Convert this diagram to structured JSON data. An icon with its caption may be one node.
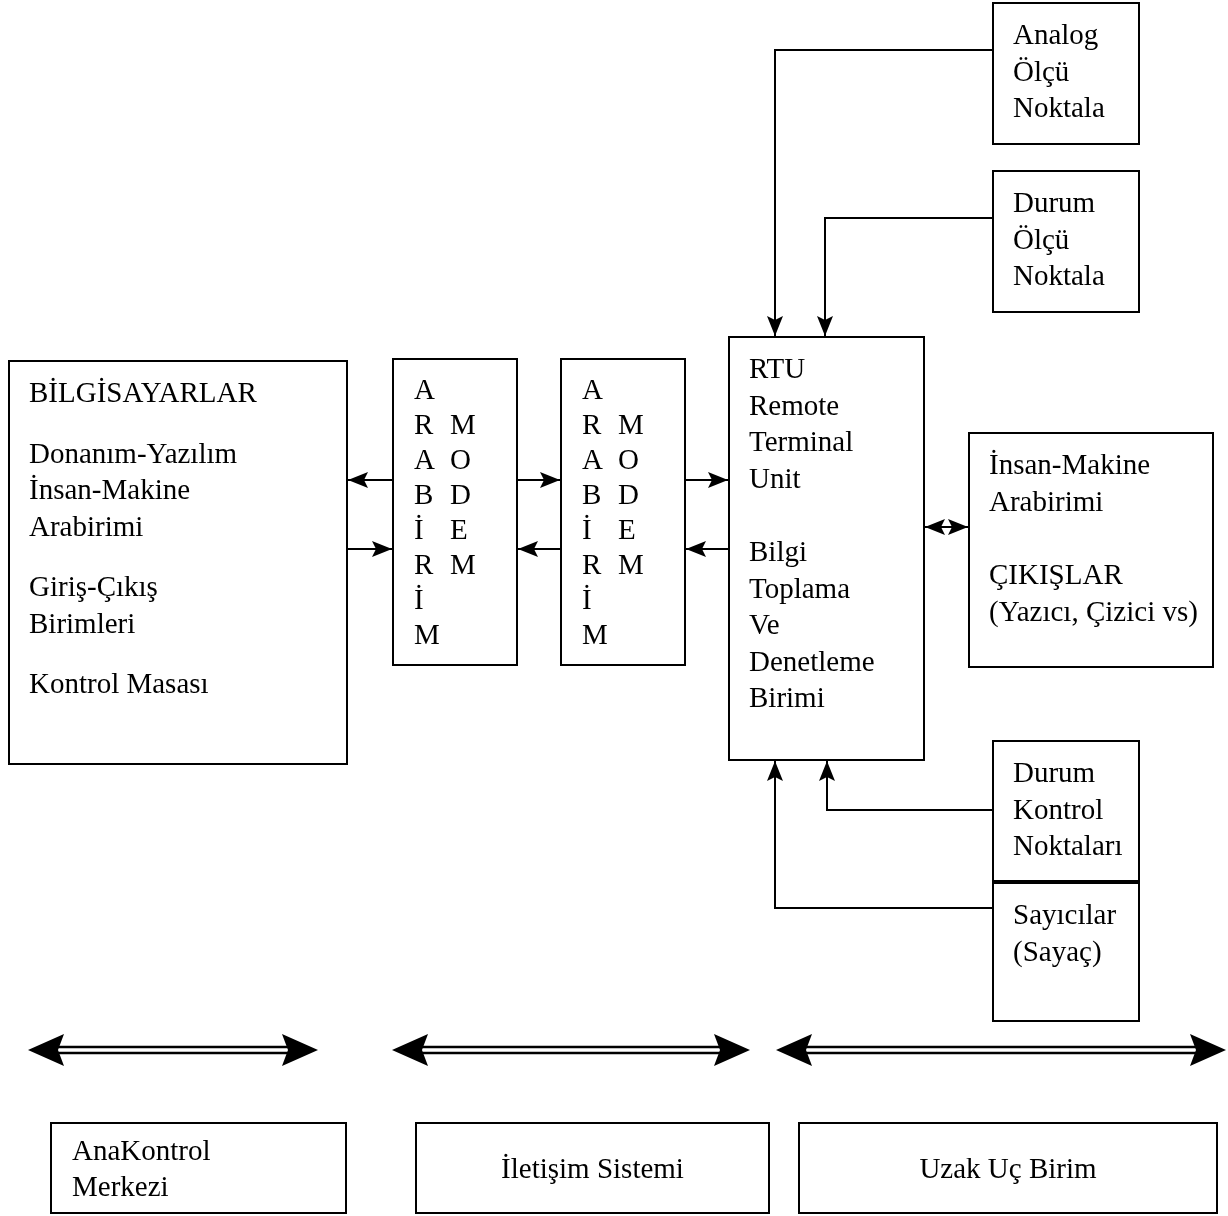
{
  "diagram": {
    "nodes": [
      {
        "text": [
          "BİLGİSAYARLAR",
          "Donanım-Yazılım İnsan-Makine Arabirimi",
          "Giriş-Çıkış Birimleri",
          "Kontrol Masası"
        ]
      },
      {
        "text": [
          "ARABİRİM",
          "MODEM"
        ]
      },
      {
        "text": [
          "ARABİRİM",
          "MODEM"
        ]
      },
      {
        "text": [
          "RTU Remote Terminal Unit",
          "Bilgi Toplama Ve Denetleme Birimi"
        ]
      },
      {
        "text": [
          "Analog Ölçü Noktala"
        ]
      },
      {
        "text": [
          "Durum Ölçü Noktala"
        ]
      },
      {
        "text": [
          "İnsan-Makine Arabirimi",
          "ÇIKIŞLAR (Yazıcı, Çizici vs)"
        ]
      },
      {
        "text": [
          "Durum Kontrol Noktaları"
        ]
      },
      {
        "text": [
          "Sayıcılar (Sayaç)"
        ]
      },
      {
        "text": [
          "AnaKontrol Merkezi"
        ]
      },
      {
        "text": [
          "İletişim Sistemi"
        ]
      },
      {
        "text": [
          "Uzak Uç Birim"
        ]
      }
    ],
    "edges": [
      {
        "from": 1,
        "to": 0,
        "arrow": "to"
      },
      {
        "from": 0,
        "to": 1,
        "arrow": "to"
      },
      {
        "from": 1,
        "to": 2,
        "arrow": "to"
      },
      {
        "from": 2,
        "to": 3,
        "arrow": "to"
      },
      {
        "from": 3,
        "to": 2,
        "arrow": "to"
      },
      {
        "from": 2,
        "to": 1,
        "arrow": "to"
      },
      {
        "from": 4,
        "to": 3,
        "arrow": "to"
      },
      {
        "from": 5,
        "to": 3,
        "arrow": "to"
      },
      {
        "from": 3,
        "to": 6,
        "arrow": "both"
      },
      {
        "from": 7,
        "to": 3,
        "arrow": "to"
      },
      {
        "from": 8,
        "to": 3,
        "arrow": "to"
      }
    ]
  }
}
